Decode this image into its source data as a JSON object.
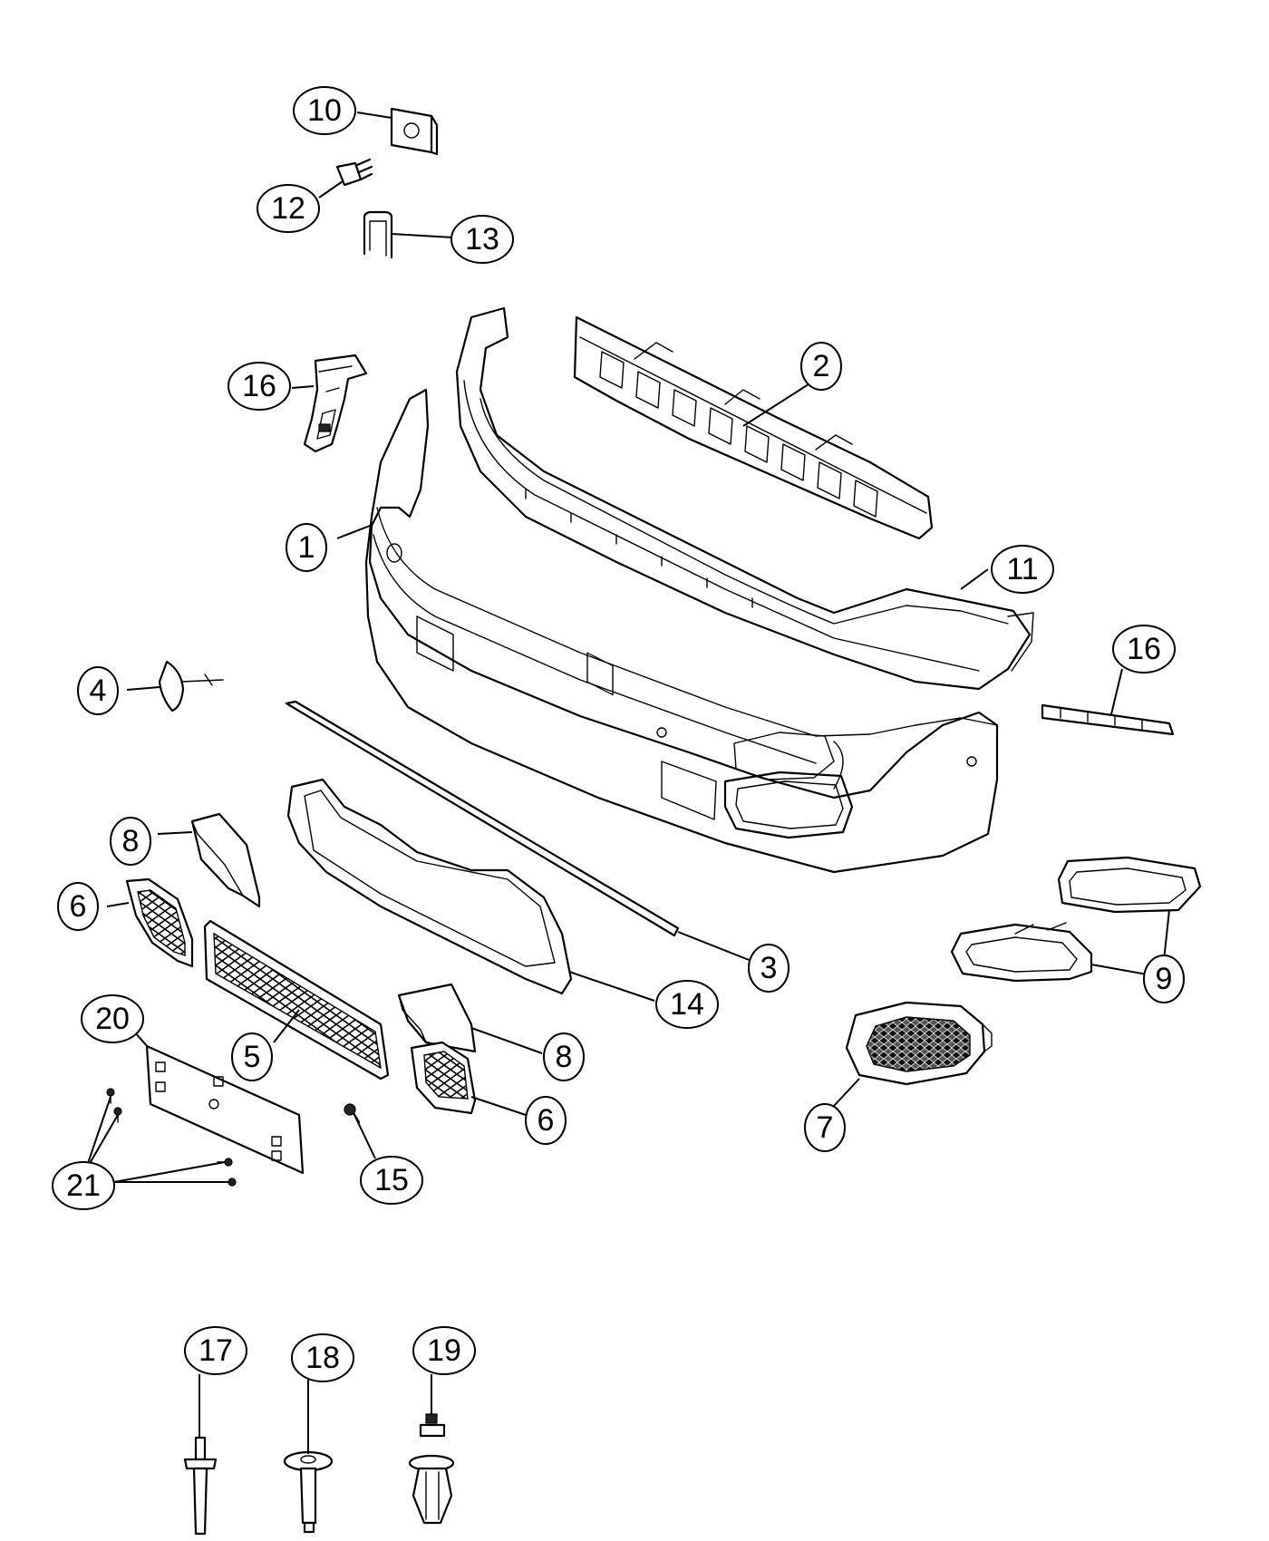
{
  "callouts": {
    "c1": "1",
    "c2": "2",
    "c3": "3",
    "c4": "4",
    "c5": "5",
    "c6a": "6",
    "c6b": "6",
    "c7": "7",
    "c8a": "8",
    "c8b": "8",
    "c9": "9",
    "c10": "10",
    "c11": "11",
    "c12": "12",
    "c13": "13",
    "c14": "14",
    "c15": "15",
    "c16a": "16",
    "c16b": "16",
    "c17": "17",
    "c18": "18",
    "c19": "19",
    "c20": "20",
    "c21": "21"
  }
}
